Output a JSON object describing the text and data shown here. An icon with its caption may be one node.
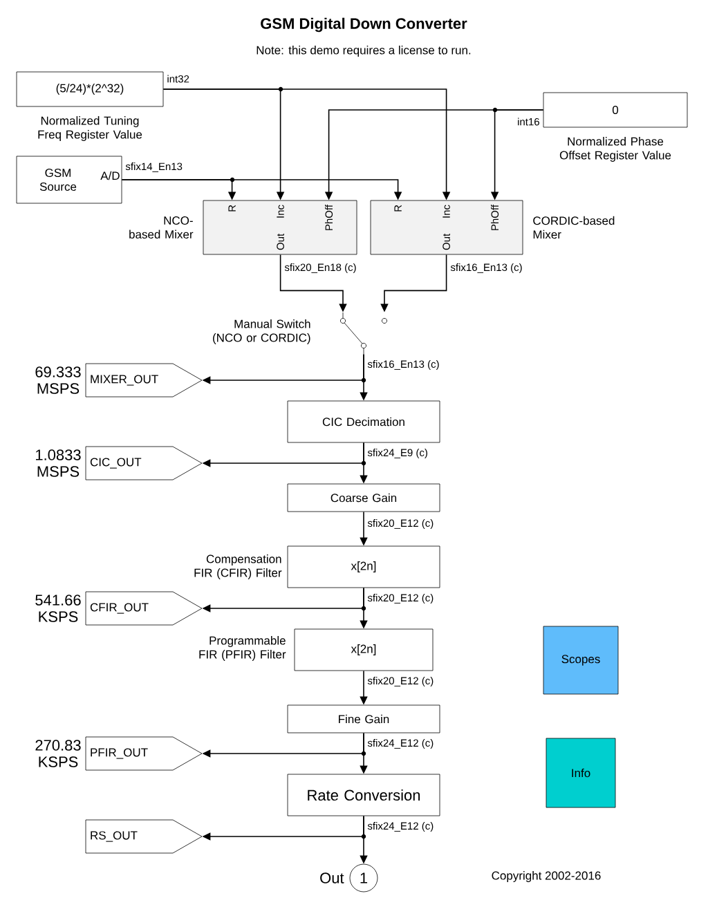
{
  "diagram": {
    "title": "GSM Digital Down Converter",
    "nodes": [
      {
        "text": [
          "(5/24)*(2^32)"
        ],
        "beside": [
          "Normalized Tuning Freq Register Value"
        ]
      },
      {
        "text": [
          "0"
        ],
        "beside": [
          "Normalized Phase Offset Register Value"
        ]
      },
      {
        "text": [
          "GSM Source",
          "A/D"
        ]
      },
      {
        "text": [
          "R",
          "Inc",
          "PhOff",
          "Out"
        ],
        "beside": [
          "NCO-based Mixer"
        ]
      },
      {
        "text": [
          "R",
          "Inc",
          "PhOff",
          "Out"
        ],
        "beside": [
          "CORDIC-based Mixer"
        ]
      },
      {
        "text": [],
        "shape": "switch",
        "beside": [
          "Manual Switch (NCO or CORDIC)"
        ]
      },
      {
        "text": [
          "MIXER_OUT"
        ],
        "beside": [
          "69.333 MSPS"
        ]
      },
      {
        "text": [
          "CIC Decimation"
        ]
      },
      {
        "text": [
          "CIC_OUT"
        ],
        "beside": [
          "1.0833 MSPS"
        ]
      },
      {
        "text": [
          "Coarse Gain"
        ]
      },
      {
        "text": [
          "x[2n]"
        ],
        "beside": [
          "Compensation FIR (CFIR) Filter"
        ]
      },
      {
        "text": [
          "CFIR_OUT"
        ],
        "beside": [
          "541.66 KSPS"
        ]
      },
      {
        "text": [
          "x[2n]"
        ],
        "beside": [
          "Programmable FIR (PFIR) Filter"
        ]
      },
      {
        "text": [
          "Fine Gain"
        ]
      },
      {
        "text": [
          "PFIR_OUT"
        ],
        "beside": [
          "270.83 KSPS"
        ]
      },
      {
        "text": [
          "Rate Conversion"
        ]
      },
      {
        "text": [
          "RS_OUT"
        ]
      },
      {
        "text": [
          "1"
        ],
        "beside": [
          "Out"
        ]
      },
      {
        "text": [
          "Scopes"
        ]
      },
      {
        "text": [
          "Info"
        ]
      }
    ],
    "edges": [
      {
        "from": 0,
        "to": 3,
        "arrow": "to",
        "label": "int32"
      },
      {
        "from": 0,
        "to": 4,
        "arrow": "to"
      },
      {
        "from": 1,
        "to": 3,
        "arrow": "to",
        "label": "int16"
      },
      {
        "from": 1,
        "to": 4,
        "arrow": "to"
      },
      {
        "from": 2,
        "to": 3,
        "arrow": "to",
        "label": "sfix14_En13"
      },
      {
        "from": 2,
        "to": 4,
        "arrow": "to"
      },
      {
        "from": 3,
        "to": 5,
        "arrow": "to",
        "label": "sfix20_En18 (c)"
      },
      {
        "from": 4,
        "to": 5,
        "arrow": "to",
        "label": "sfix16_En13 (c)"
      },
      {
        "from": 5,
        "to": 7,
        "arrow": "to",
        "label": "sfix16_En13 (c)"
      },
      {
        "from": 5,
        "to": 6,
        "arrow": "to"
      },
      {
        "from": 7,
        "to": 9,
        "arrow": "to",
        "label": "sfix24_E9 (c)"
      },
      {
        "from": 7,
        "to": 8,
        "arrow": "to"
      },
      {
        "from": 9,
        "to": 10,
        "arrow": "to",
        "label": "sfix20_E12 (c)"
      },
      {
        "from": 10,
        "to": 12,
        "arrow": "to",
        "label": "sfix20_E12 (c)"
      },
      {
        "from": 10,
        "to": 11,
        "arrow": "to"
      },
      {
        "from": 12,
        "to": 13,
        "arrow": "to",
        "label": "sfix20_E12 (c)"
      },
      {
        "from": 13,
        "to": 15,
        "arrow": "to",
        "label": "sfix24_E12 (c)"
      },
      {
        "from": 13,
        "to": 14,
        "arrow": "to"
      },
      {
        "from": 15,
        "to": 17,
        "arrow": "to",
        "label": "sfix24_E12 (c)"
      },
      {
        "from": 15,
        "to": 16,
        "arrow": "to"
      }
    ],
    "labels": [
      "Note: this demo requires a license to run.",
      "Copyright 2002-2016"
    ]
  }
}
